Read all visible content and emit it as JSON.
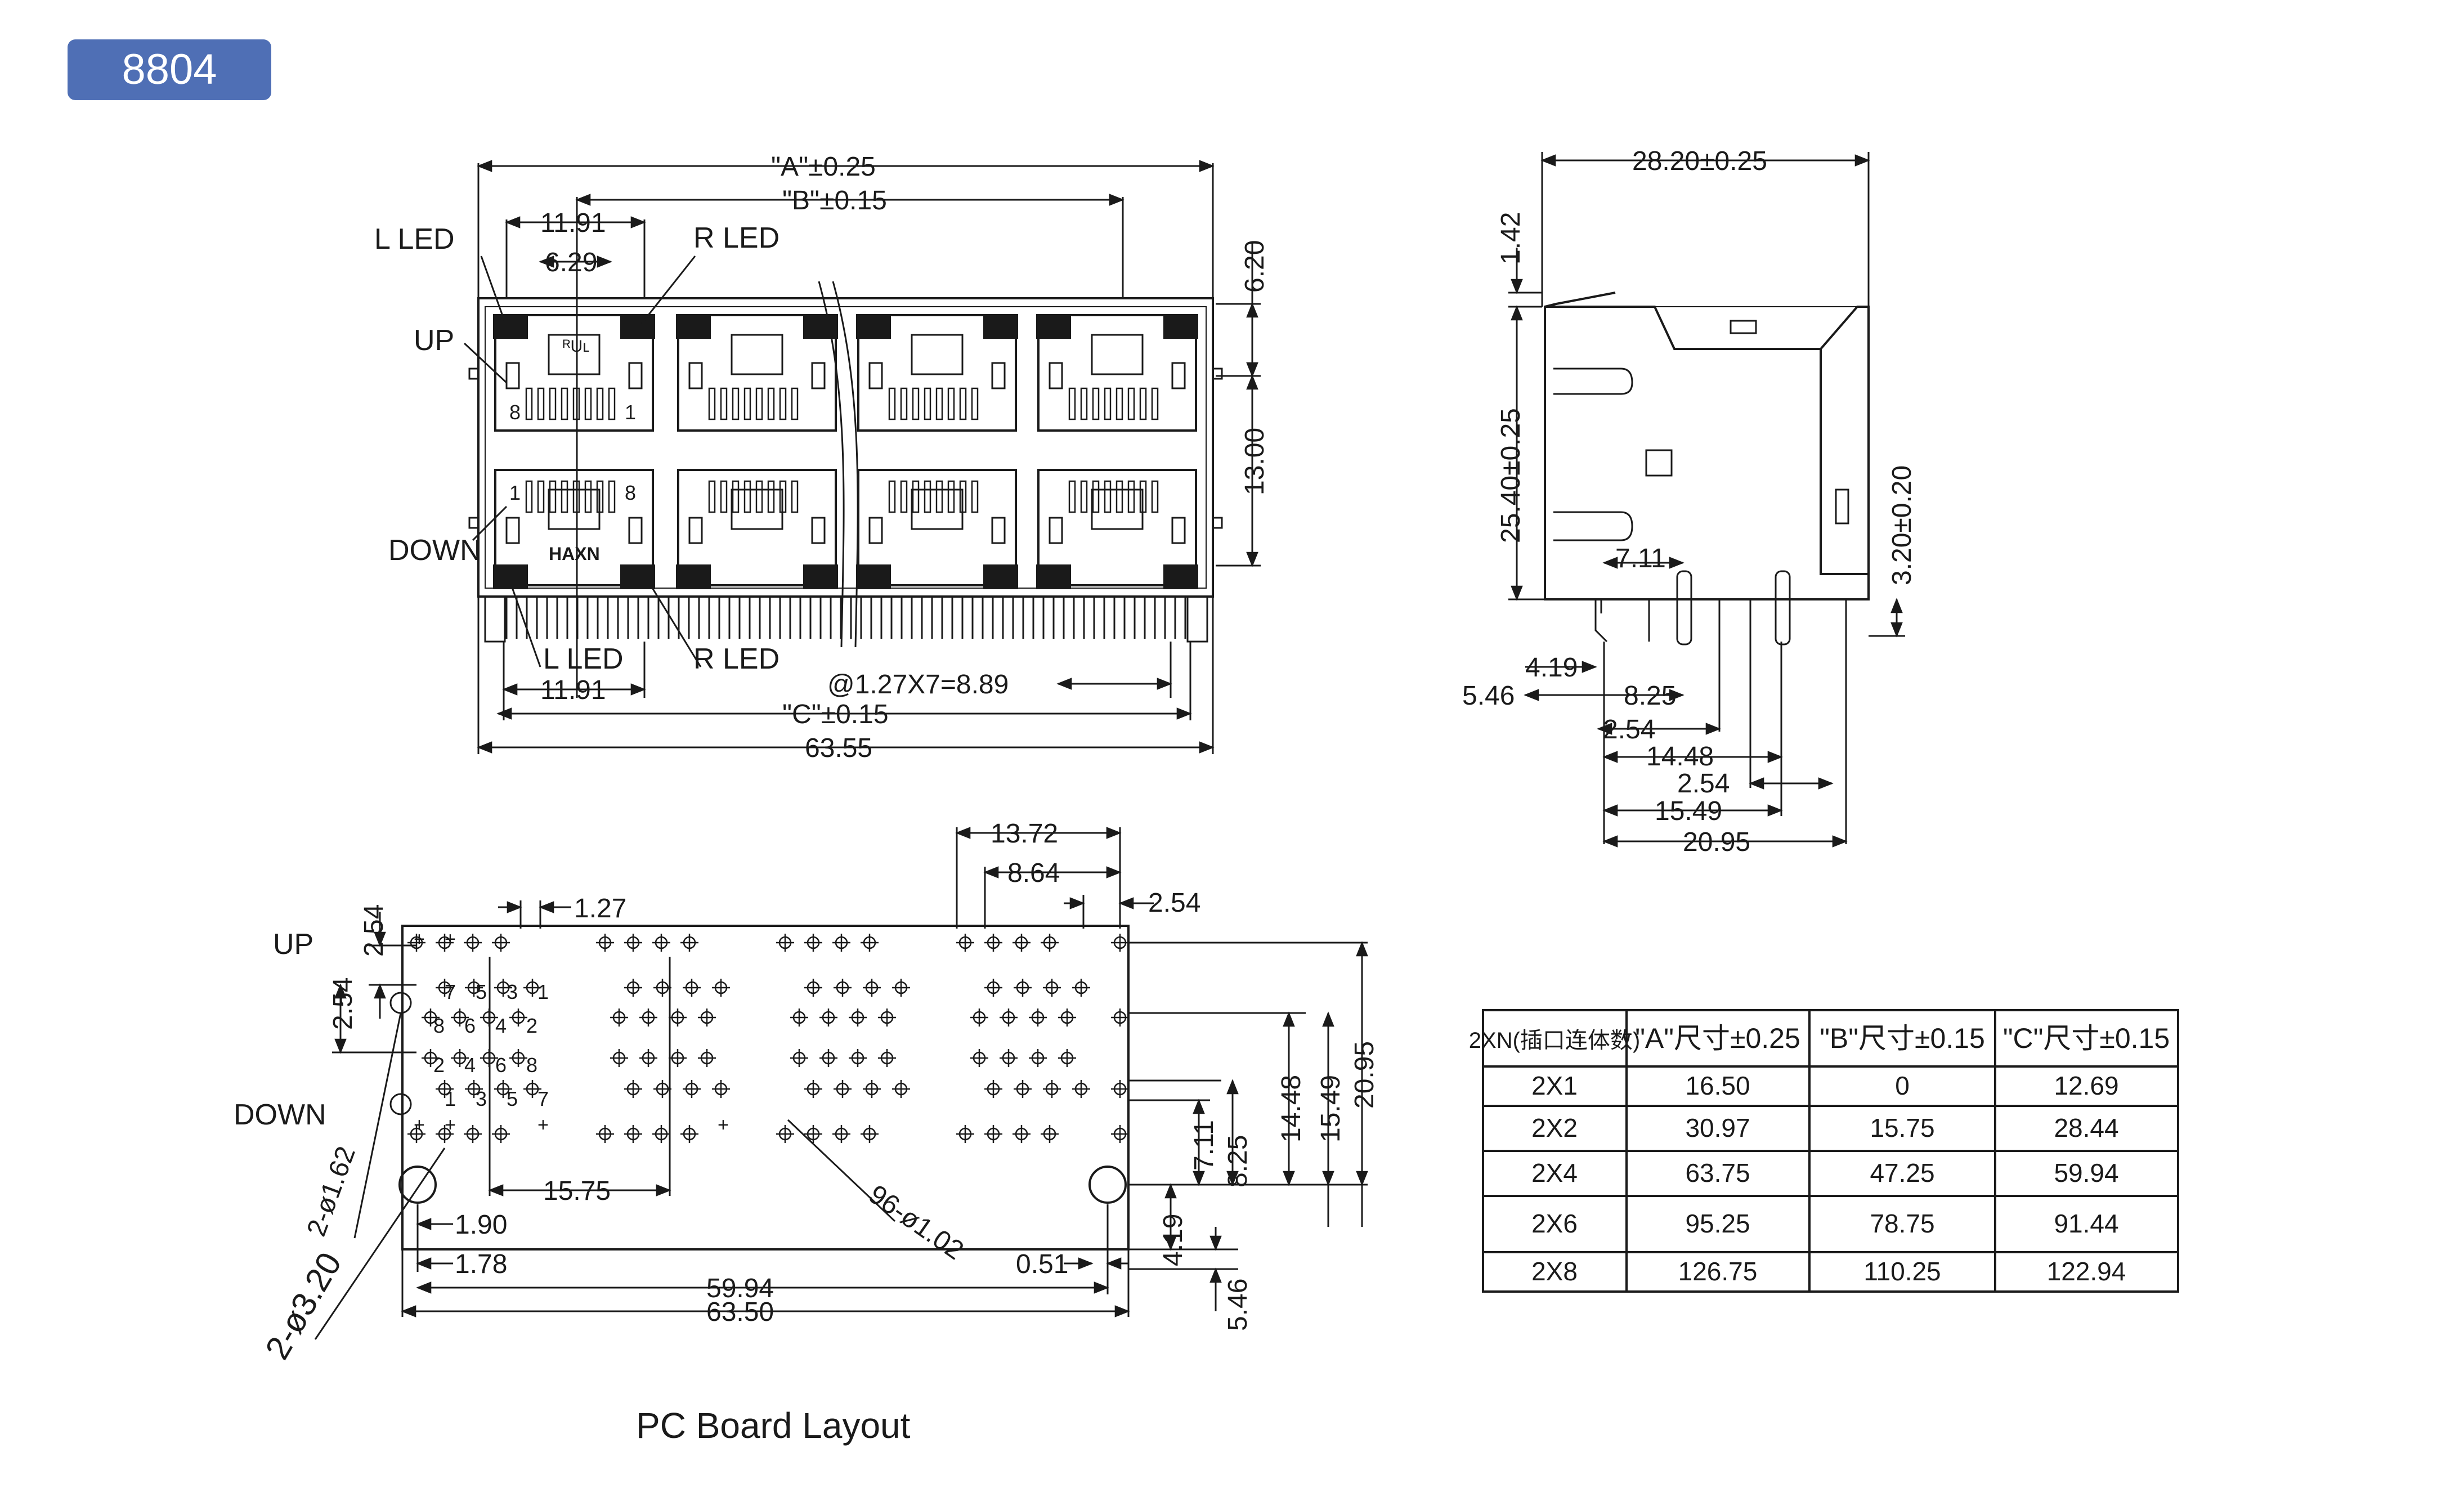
{
  "part_number": "8804",
  "caption": "PC Board Layout",
  "front_view": {
    "labels": {
      "l_led_top": "L LED",
      "r_led_top": "R LED",
      "up": "UP",
      "down": "DOWN",
      "l_led_bottom": "L LED",
      "r_led_bottom": "R LED",
      "pin8_top": "8",
      "pin1_top": "1",
      "pin1_bottom": "1",
      "pin8_bottom": "8",
      "ul_mark": "ᴿUʟ",
      "brand_mark": "HAXN"
    },
    "dimensions": {
      "a": "\"A\"±0.25",
      "b": "\"B\"±0.15",
      "pitch_11_91_top": "11.91",
      "pitch_6_29": "6.29",
      "h_6_20": "6.20",
      "h_13_00": "13.00",
      "pitch_11_91_bottom": "11.91",
      "pin_row": "@1.27X7=8.89",
      "c": "\"C\"±0.15",
      "overall": "63.55"
    }
  },
  "side_view": {
    "dimensions": {
      "depth": "28.20±0.25",
      "tab": "1.42",
      "height": "25.40±0.25",
      "post": "3.20±0.20",
      "d_7_11": "7.11",
      "d_4_19": "4.19",
      "d_5_46": "5.46",
      "d_8_25": "8.25",
      "d_2_54a": "2.54",
      "d_14_48": "14.48",
      "d_2_54b": "2.54",
      "d_15_49": "15.49",
      "d_20_95": "20.95"
    }
  },
  "pcb_layout": {
    "labels": {
      "up": "UP",
      "down": "DOWN",
      "up_pins": [
        "7",
        "5",
        "3",
        "1",
        "8",
        "6",
        "4",
        "2"
      ],
      "down_pins": [
        "2",
        "4",
        "6",
        "8",
        "1",
        "3",
        "5",
        "7"
      ],
      "plus": "+"
    },
    "dimensions": {
      "d_13_72": "13.72",
      "d_8_64": "8.64",
      "d_2_54_right": "2.54",
      "d_1_27": "1.27",
      "d_2_54_v1": "2.54",
      "d_2_54_v2": "2.54",
      "hole_small": "2-ø1.62",
      "hole_large": "2-ø3.20",
      "d_15_75": "15.75",
      "d_1_90": "1.90",
      "d_1_78": "1.78",
      "holes": "96-ø1.02",
      "d_0_51": "0.51",
      "d_59_94": "59.94",
      "d_63_50": "63.50",
      "d_4_19": "4.19",
      "d_5_46": "5.46",
      "d_7_11": "7.11",
      "d_8_25": "8.25",
      "d_14_48": "14.48",
      "d_15_49": "15.49",
      "d_20_95": "20.95"
    }
  },
  "table": {
    "headers": [
      "2XN(插口连体数)",
      "\"A\"尺寸±0.25",
      "\"B\"尺寸±0.15",
      "\"C\"尺寸±0.15"
    ],
    "rows": [
      [
        "2X1",
        "16.50",
        "0",
        "12.69"
      ],
      [
        "2X2",
        "30.97",
        "15.75",
        "28.44"
      ],
      [
        "2X4",
        "63.75",
        "47.25",
        "59.94"
      ],
      [
        "2X6",
        "95.25",
        "78.75",
        "91.44"
      ],
      [
        "2X8",
        "126.75",
        "110.25",
        "122.94"
      ]
    ]
  }
}
